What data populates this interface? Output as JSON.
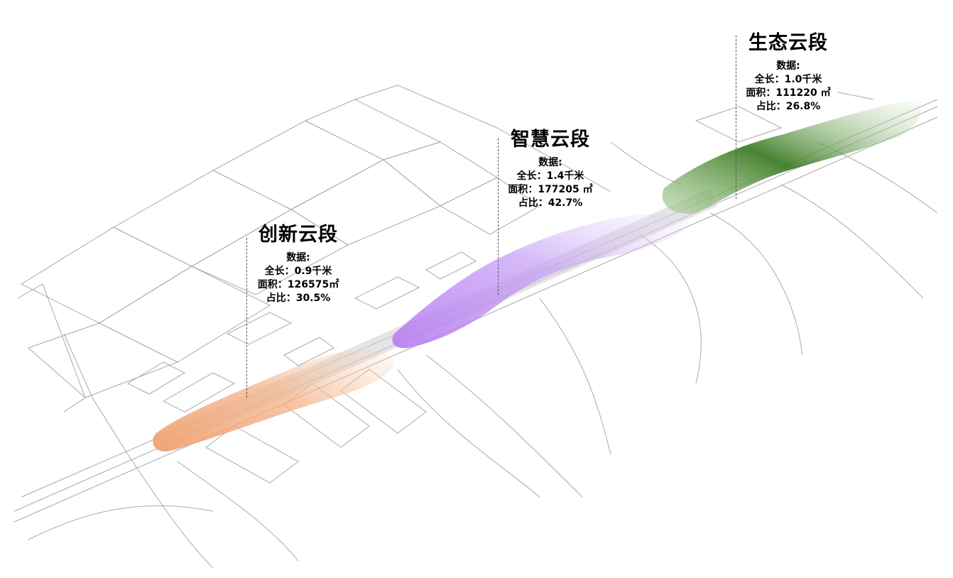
{
  "segments": [
    {
      "name": "创新云段",
      "data_heading": "数据:",
      "length": "全长：0.9千米",
      "area": "面积：126575㎡",
      "share": "占比：30.5%",
      "color": "#f0a070"
    },
    {
      "name": "智慧云段",
      "data_heading": "数据:",
      "length": "全长：1.4千米",
      "area": "面积：177205 ㎡",
      "share": "占比：42.7%",
      "color": "#b67cf0"
    },
    {
      "name": "生态云段",
      "data_heading": "数据:",
      "length": "全长：1.0千米",
      "area": "面积：111220 ㎡",
      "share": "占比：26.8%",
      "color": "#3f7d27"
    }
  ],
  "colors": {
    "linework": "#9a9a9a",
    "corridor": "#bdbdbd"
  }
}
